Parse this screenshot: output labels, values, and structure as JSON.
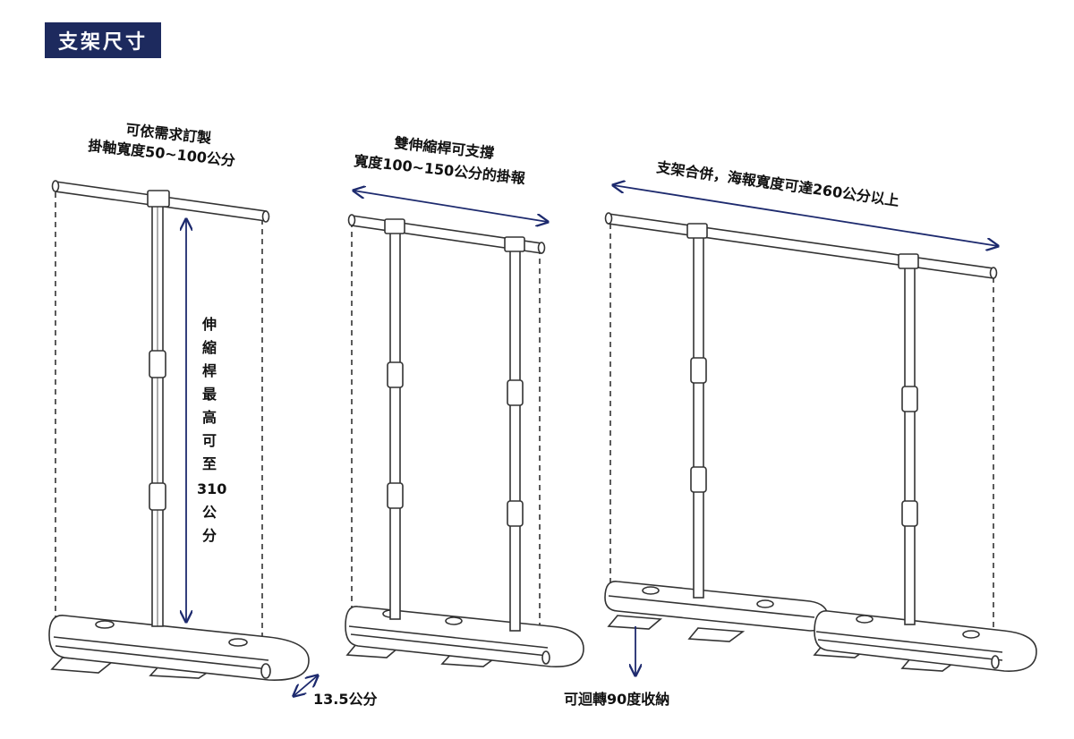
{
  "header": {
    "title": "支架尺寸"
  },
  "stand1": {
    "custom_line1": "可依需求訂製",
    "custom_line2": "掛軸寬度50~100公分",
    "height_chars": [
      "伸",
      "縮",
      "桿",
      "最",
      "高",
      "可",
      "至",
      "310",
      "公",
      "分"
    ],
    "depth": "13.5公分"
  },
  "stand2": {
    "line1": "雙伸縮桿可支撐",
    "line2": "寬度100~150公分的掛報"
  },
  "stand3": {
    "line1": "支架合併，海報寬度可達260公分以上",
    "rotate": "可迴轉90度收納"
  },
  "colors": {
    "badge_bg": "#1d2a5e",
    "arrow": "#1d2a6e",
    "line": "#333333"
  }
}
